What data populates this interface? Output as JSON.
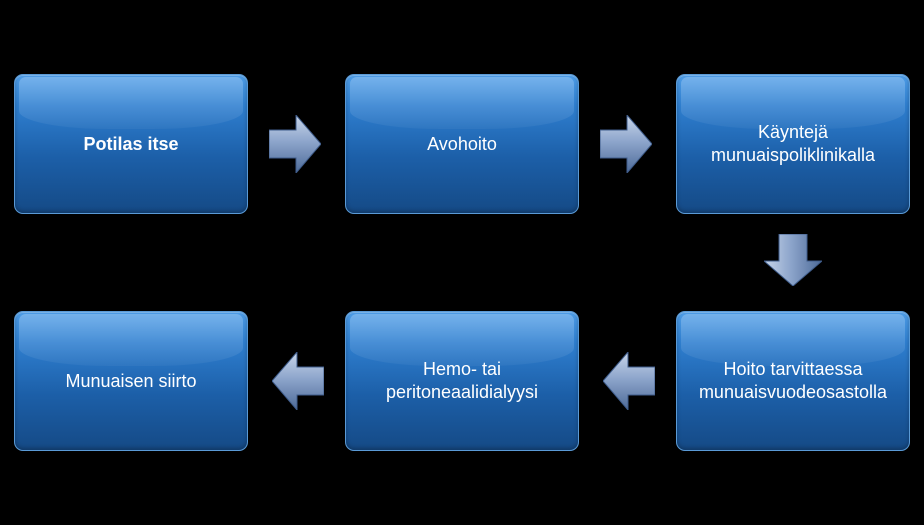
{
  "flow": {
    "steps": [
      {
        "label": "Potilas itse"
      },
      {
        "label": "Avohoito"
      },
      {
        "label": "Käyntejä\nmunuaispoliklinikalla"
      },
      {
        "label": "Hoito tarvittaessa\nmunuaisvuodeosastolla"
      },
      {
        "label": "Hemo- tai\nperitoneaalidialyysi"
      },
      {
        "label": "Munuaisen siirto"
      }
    ]
  },
  "colors": {
    "background": "#000000",
    "box_fill": "#2f7fd0",
    "box_text": "#ffffff",
    "arrow_fill": "#7f9cc8"
  },
  "icons": {
    "arrow": "block-arrow-icon"
  }
}
